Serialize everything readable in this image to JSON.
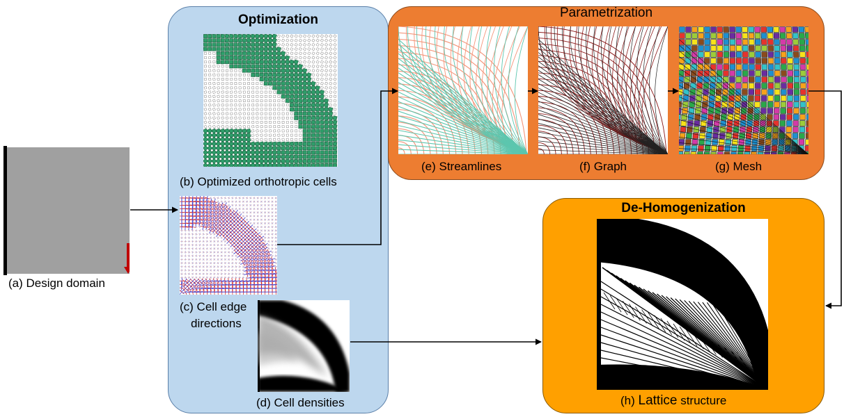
{
  "panels": {
    "optimization": {
      "title": "Optimization"
    },
    "parametrization": {
      "title": "Parametrization"
    },
    "dehomogenization": {
      "title": "De-Homogenization"
    }
  },
  "captions": {
    "a": "(a) Design domain",
    "b": "(b) Optimized orthotropic cells",
    "c_line1": "(c) Cell edge",
    "c_line2": "directions",
    "d": "(d) Cell densities",
    "e": "(e) Streamlines",
    "f": "(f) Graph",
    "g": "(g) Mesh",
    "h_prefix": "(h) ",
    "h_bold": "Lattice",
    "h_suffix": " structure"
  },
  "colors": {
    "optimization_bg": "#bdd7ee",
    "parametrization_bg": "#ed7d31",
    "dehomogenization_bg": "#ffa000",
    "load_arrow": "#c00000",
    "domain_gray": "#a0a0a0",
    "cells_green": "#2e9e6a",
    "streamline_salmon": "#f4957a",
    "streamline_teal": "#5cc6ae",
    "graph_red": "#8b1a1a"
  }
}
